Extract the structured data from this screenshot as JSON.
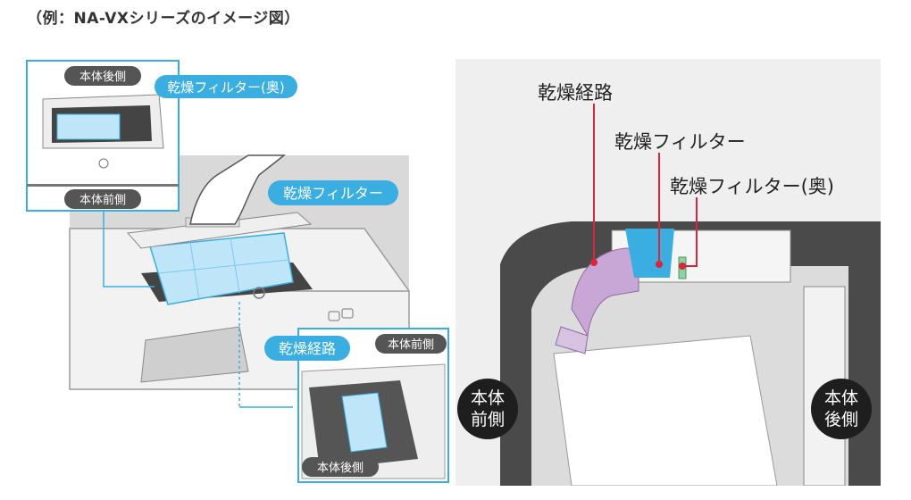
{
  "caption": "（例：NA-VXシリーズのイメージ図）",
  "left": {
    "inset_top": {
      "badge": "本体後側",
      "callout": "乾燥フィルター(奥)",
      "bottom_badge": "本体前側"
    },
    "main_callout": "乾燥フィルター",
    "inset_bottom": {
      "callout": "乾燥経路",
      "badge_top": "本体前側",
      "badge_bottom": "本体後側"
    }
  },
  "right": {
    "label_path": "乾燥経路",
    "label_filter": "乾燥フィルター",
    "label_filter_back": "乾燥フィルター(奥)",
    "front_line1": "本体",
    "front_line2": "前側",
    "back_line1": "本体",
    "back_line2": "後側"
  },
  "colors": {
    "accent_blue": "#3aaee0",
    "filter_blue": "#bfe6f8",
    "red": "#d7263d",
    "purple": "#c8a7d6",
    "dark_gray": "#4a4a4a",
    "badge": "#555555"
  }
}
